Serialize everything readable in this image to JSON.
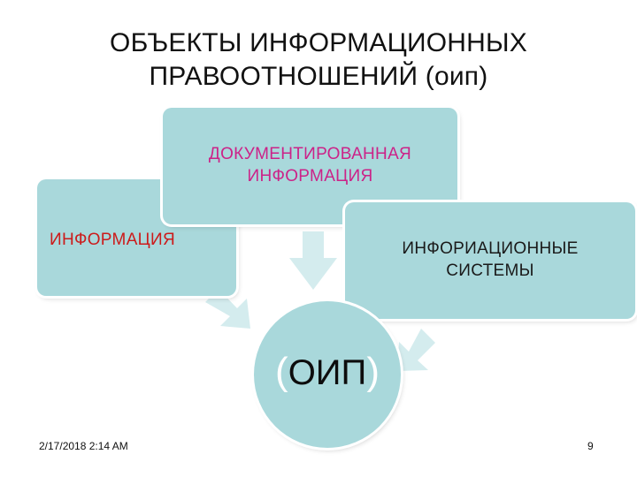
{
  "title": {
    "line1": "ОБЪЕКТЫ ИНФОРМАЦИОННЫХ",
    "line2": "ПРАВООТНОШЕНИЙ (оип)"
  },
  "boxes": {
    "info": {
      "label": "ИНФОРМАЦИЯ",
      "color": "#cc1b1b"
    },
    "documented": {
      "line1": "ДОКУМЕНТИРОВАННАЯ",
      "line2": "ИНФОРМАЦИЯ",
      "color": "#cc2288"
    },
    "systems": {
      "line1": "ИНФОРИАЦИОННЫЕ",
      "line2": "СИСТЕМЫ",
      "color": "#1a1a1a"
    }
  },
  "center": {
    "open_paren": "(",
    "text": "ОИП",
    "close_paren": ")"
  },
  "footer": {
    "date": "2/17/2018 2:14 AM",
    "page": "9"
  },
  "colors": {
    "fill": "#a9d8db",
    "arrow": "#d4ecee"
  }
}
